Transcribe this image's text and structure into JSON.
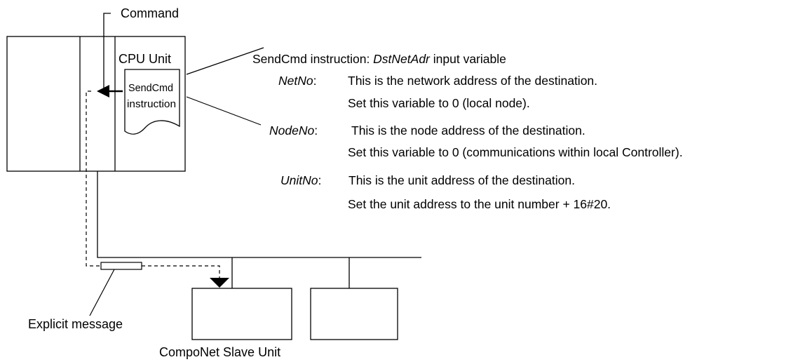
{
  "labels": {
    "command": "Command",
    "cpu_unit": "CPU Unit",
    "instr_line1": "SendCmd",
    "instr_line2": "instruction",
    "explicit_message": "Explicit message",
    "slave_unit": "CompoNet Slave Unit"
  },
  "description": {
    "title_prefix": "SendCmd instruction: ",
    "title_var": "DstNetAdr",
    "title_suffix": " input variable",
    "netno": {
      "name": "NetNo",
      "colon": ":",
      "line1": "This is the network address of the destination.",
      "line2": "Set this variable to 0 (local node)."
    },
    "nodeno": {
      "name": "NodeNo",
      "colon": ":",
      "line1": "This is the node address of the destination.",
      "line2": "Set this variable to 0 (communications within local Controller)."
    },
    "unitno": {
      "name": "UnitNo",
      "colon": ":",
      "line1": "This is the unit address of the destination.",
      "line2": "Set the unit address to the unit number + 16#20."
    }
  }
}
